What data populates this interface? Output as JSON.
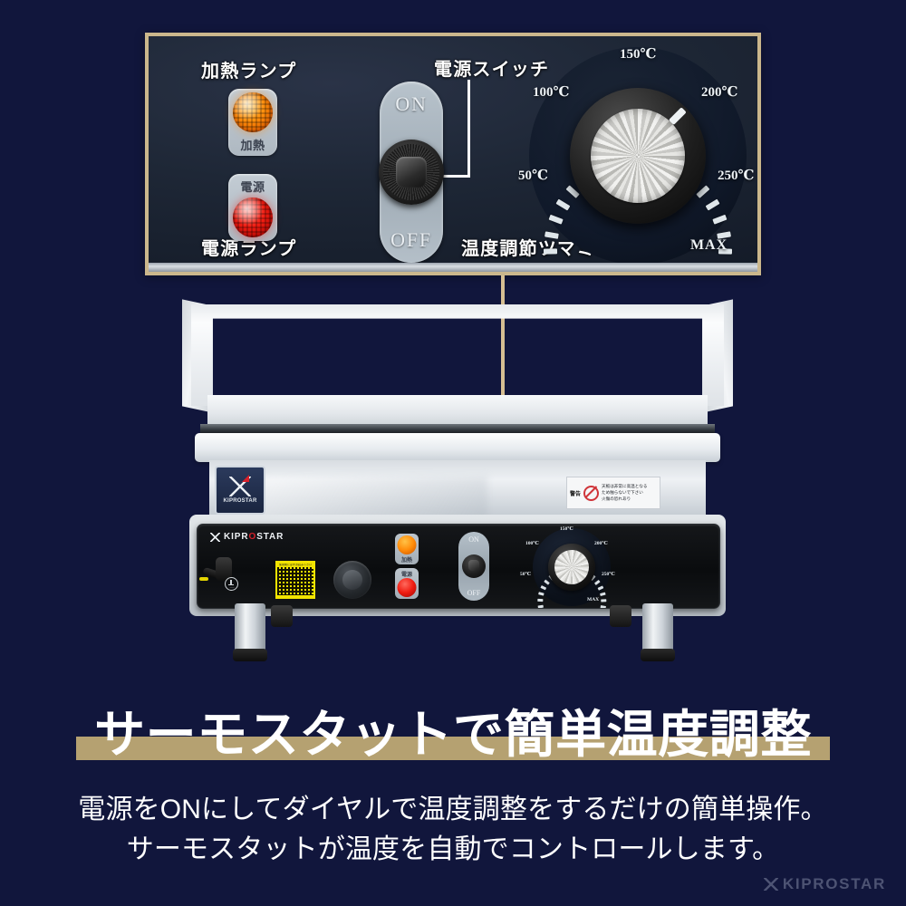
{
  "background_color": "#11163c",
  "accent_color": "#b5a171",
  "callout": {
    "border_color": "#cbb78c",
    "labels": {
      "heat_lamp": "加熱ランプ",
      "power_lamp": "電源ランプ",
      "power_switch": "電源スイッチ",
      "temp_knob": "温度調節ツマミ"
    },
    "lamps": {
      "heat_text": "加熱",
      "heat_color": "#ff8c0a",
      "power_text": "電源",
      "power_color": "#ef1c11"
    },
    "toggle": {
      "on": "ON",
      "off": "OFF"
    },
    "dial": {
      "marks": [
        "50℃",
        "100℃",
        "150℃",
        "200℃",
        "250℃",
        "MAX"
      ],
      "max_label": "MAX"
    }
  },
  "product": {
    "brand": "KIPROSTAR",
    "brand_prefix": "KIPR",
    "brand_accent": "O",
    "brand_suffix": "STAR",
    "badge_name": "KIPROSTAR",
    "warning": {
      "title": "警告",
      "lines": [
        "天板は非常に高温となる",
        "ため触らないで下さい",
        "火傷の恐れあり"
      ]
    },
    "qr_caption": "使用前に必ずお読み下さい",
    "panel": {
      "toggle_on": "ON",
      "toggle_off": "OFF",
      "lamp_heat": "加熱",
      "lamp_power": "電源",
      "dial_marks": [
        "50℃",
        "100℃",
        "150℃",
        "200℃",
        "250℃",
        "MAX"
      ]
    }
  },
  "headline": "サーモスタットで簡単温度調整",
  "subcopy_line1": "電源をONにしてダイヤルで温度調整をするだけの簡単操作。",
  "subcopy_line2": "サーモスタットが温度を自動でコントロールします。",
  "watermark": "KIPROSTAR"
}
